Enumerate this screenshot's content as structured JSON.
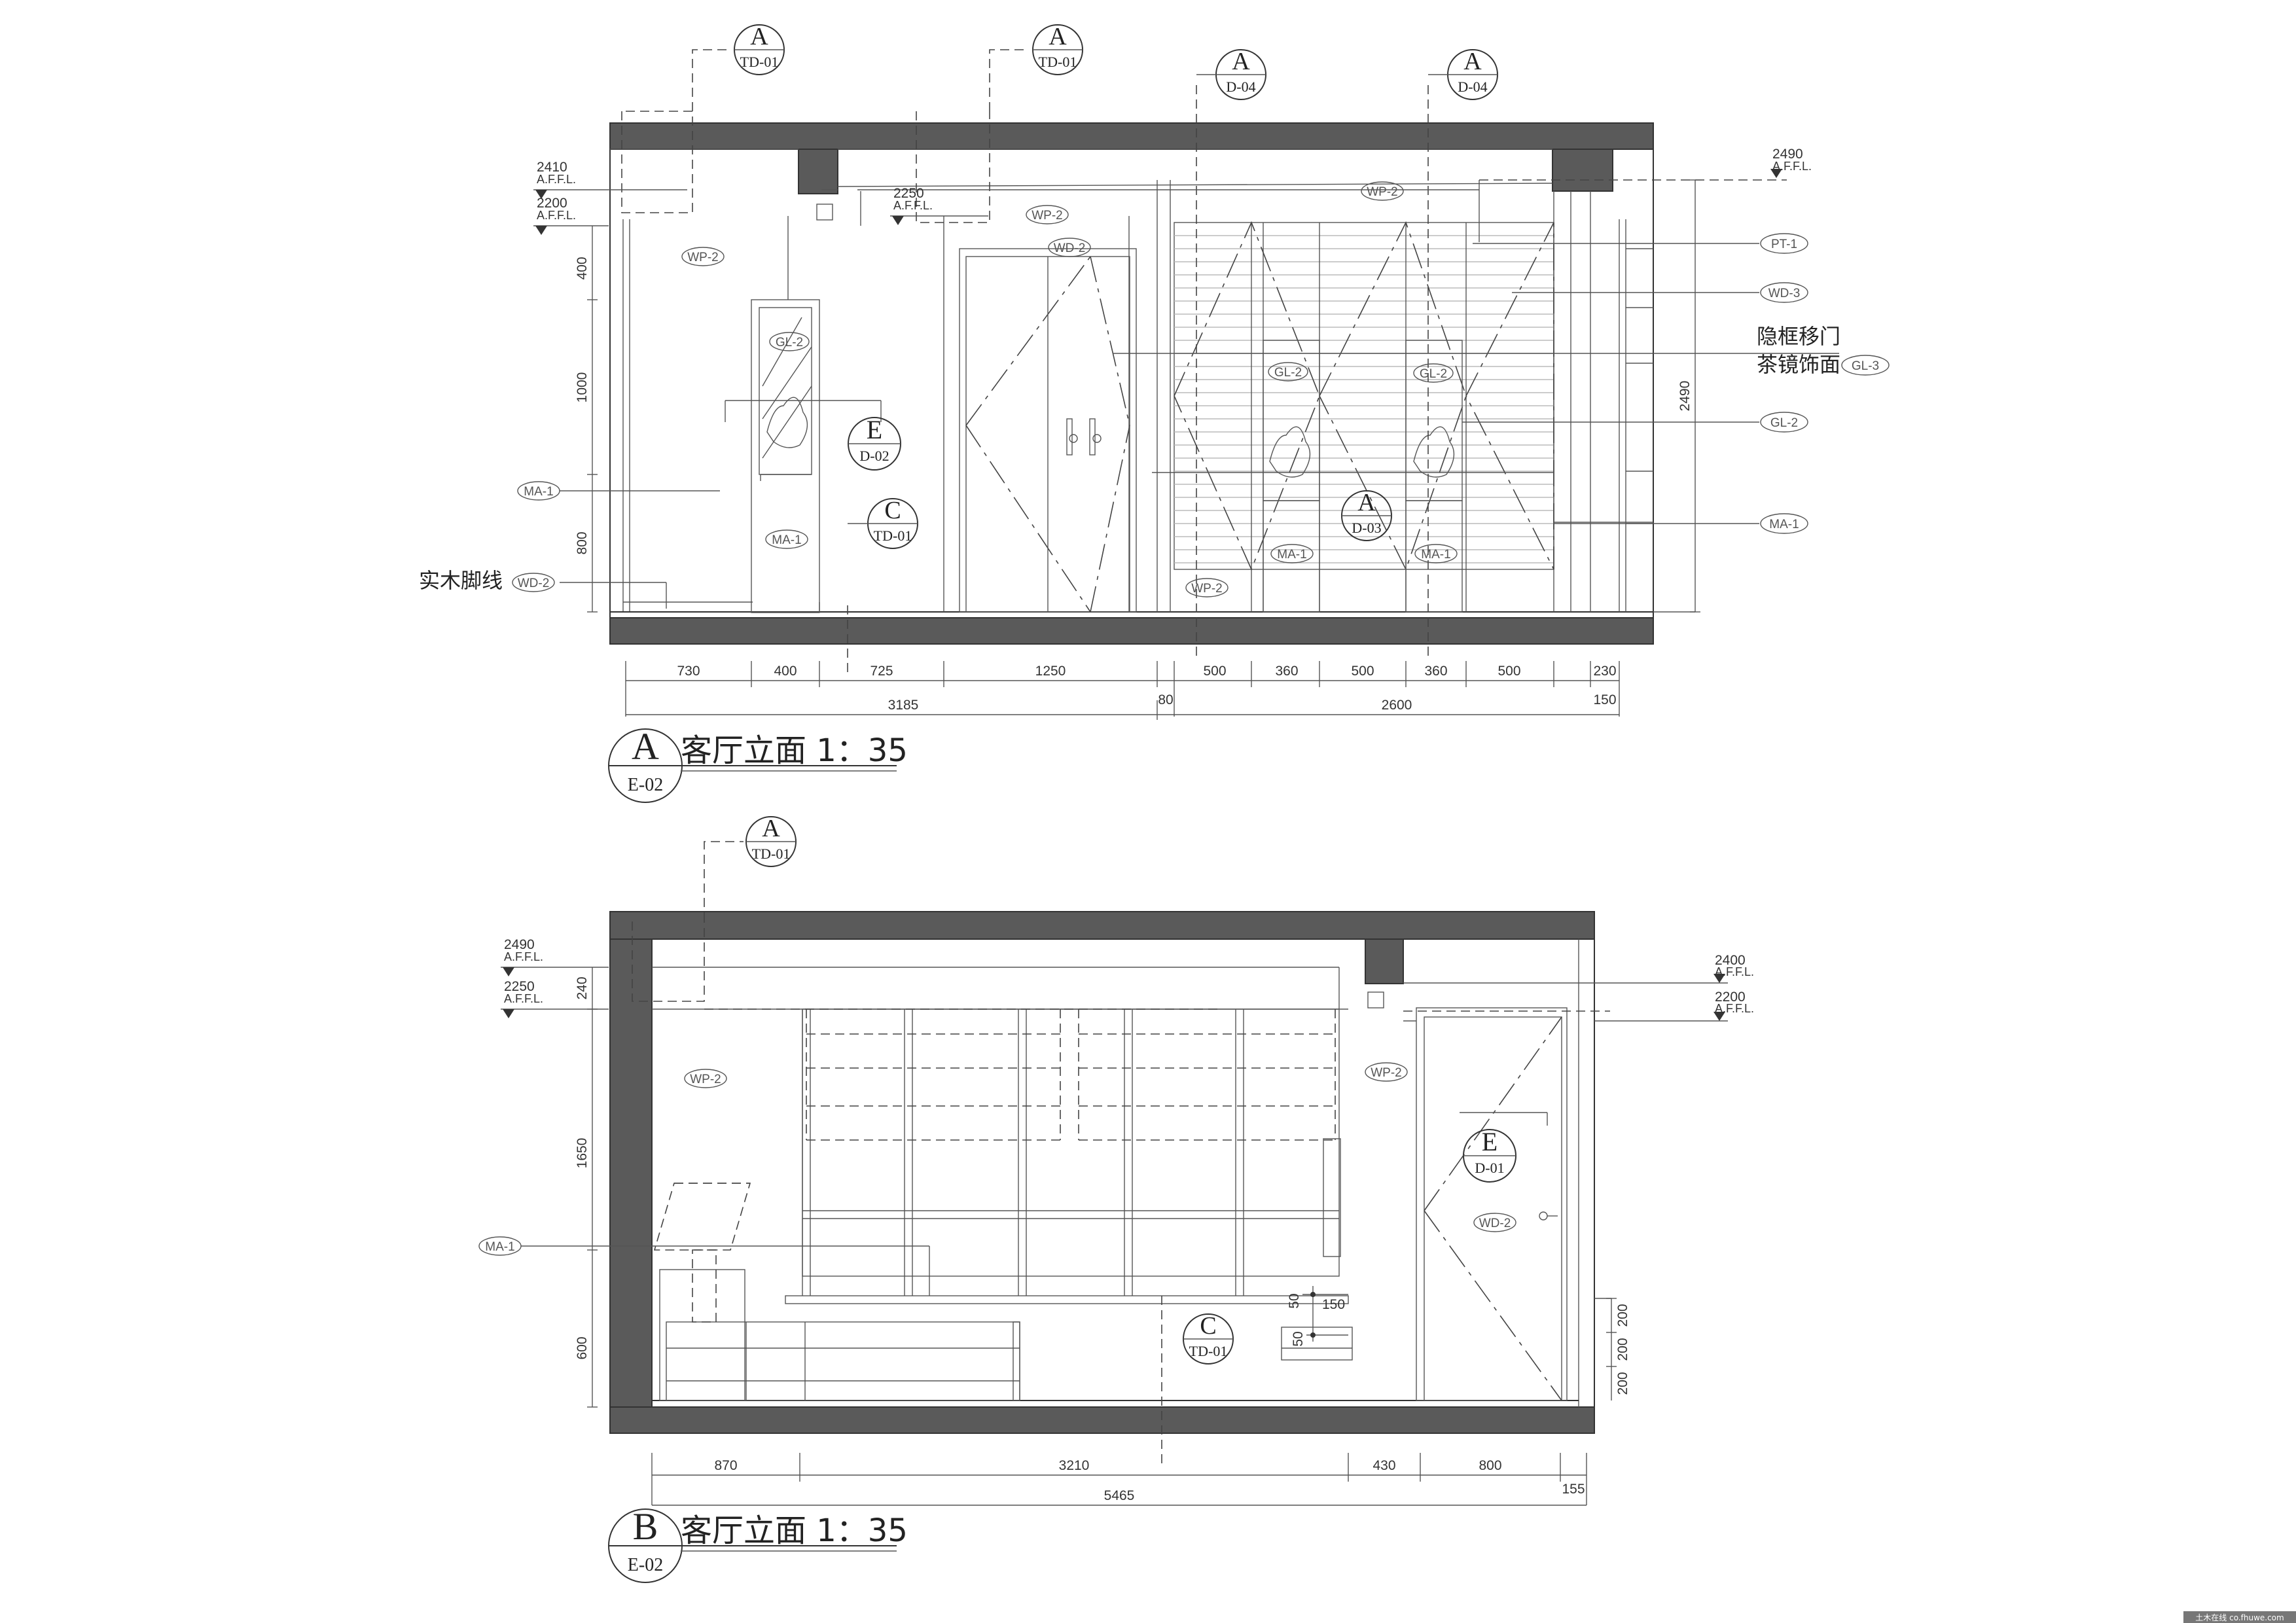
{
  "elevation_a": {
    "id": "A",
    "sheet": "E-02",
    "title": "客厅立面 1：35",
    "callouts": [
      {
        "letter": "A",
        "ref": "TD-01"
      },
      {
        "letter": "A",
        "ref": "TD-01"
      },
      {
        "letter": "A",
        "ref": "D-04"
      },
      {
        "letter": "A",
        "ref": "D-04"
      },
      {
        "letter": "E",
        "ref": "D-02"
      },
      {
        "letter": "C",
        "ref": "TD-01"
      },
      {
        "letter": "A",
        "ref": "D-03"
      }
    ],
    "levels": [
      {
        "value": "2410",
        "label": "A.F.F.L."
      },
      {
        "value": "2200",
        "label": "A.F.F.L."
      },
      {
        "value": "2250",
        "label": "A.F.F.L."
      },
      {
        "value": "2490",
        "label": "A.F.F.L."
      }
    ],
    "material_tags": [
      "WP-2",
      "WP-2",
      "WD-2",
      "WP-2",
      "GL-2",
      "GL-2",
      "GL-2",
      "MA-1",
      "MA-1",
      "MA-1",
      "WP-2"
    ],
    "left_tags": [
      "MA-1",
      "WD-2"
    ],
    "left_note": "实木脚线",
    "right_tags": [
      "PT-1",
      "WD-3",
      "GL-3",
      "GL-2",
      "MA-1"
    ],
    "right_note_1": "隐框移门",
    "right_note_2": "茶镜饰面",
    "vertical_dims": [
      "400",
      "1000",
      "800"
    ],
    "right_vertical_dim": "2490",
    "bottom_dims": [
      "730",
      "400",
      "725",
      "1250",
      "500",
      "360",
      "500",
      "360",
      "500",
      "230"
    ],
    "total_dims": [
      "3185",
      "80",
      "2600",
      "150"
    ]
  },
  "elevation_b": {
    "id": "B",
    "sheet": "E-02",
    "title": "客厅立面 1：35",
    "callouts": [
      {
        "letter": "A",
        "ref": "TD-01"
      },
      {
        "letter": "E",
        "ref": "D-01"
      },
      {
        "letter": "C",
        "ref": "TD-01"
      }
    ],
    "levels": [
      {
        "value": "2490",
        "label": "A.F.F.L."
      },
      {
        "value": "2250",
        "label": "A.F.F.L."
      },
      {
        "value": "2400",
        "label": "A.F.F.L."
      },
      {
        "value": "2200",
        "label": "A.F.F.L."
      }
    ],
    "material_tags": [
      "WP-2",
      "WP-2",
      "WD-2"
    ],
    "left_tags": [
      "MA-1"
    ],
    "vertical_dims": [
      "240",
      "1650",
      "600"
    ],
    "right_vertical_dims": [
      "200",
      "200",
      "200"
    ],
    "small_dims": [
      "50",
      "150",
      "50"
    ],
    "bottom_dims": [
      "870",
      "3210",
      "430",
      "800"
    ],
    "total_dims": [
      "5465",
      "155"
    ]
  },
  "watermark": "土木在线 co.fhuwe.com"
}
